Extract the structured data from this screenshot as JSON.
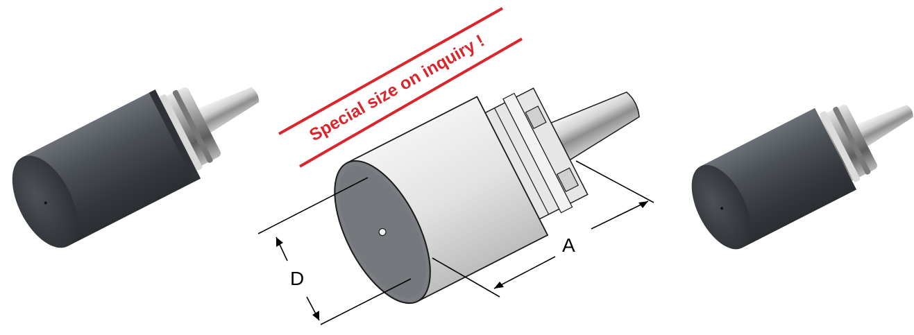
{
  "banner": {
    "text": "Special size on inquiry !",
    "color": "#d9252c"
  },
  "dimensions": {
    "length_label": "A",
    "diameter_label": "D"
  },
  "colors": {
    "dark_body": "#3c4147",
    "line_body": "#e2e2e2",
    "outline": "#1a1a1a"
  }
}
